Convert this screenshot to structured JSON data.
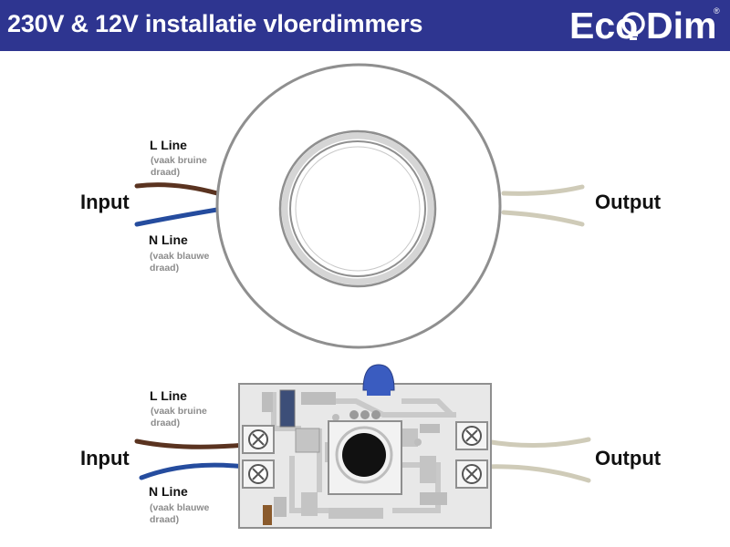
{
  "header": {
    "title": "230V & 12V installatie vloerdimmers",
    "background": "#2e3590"
  },
  "logo": {
    "eco": "Eco",
    "dim": "Dim",
    "reg": "®"
  },
  "colors": {
    "wire_brown": "#5a3320",
    "wire_blue": "#254c9e",
    "wire_output": "#cfcbb8",
    "ring": "#8f8f8f",
    "pcb": "#e8e8e8",
    "pcb_trace": "#c9c9c9",
    "potentiometer": "#3a5cc0"
  },
  "top_diagram": {
    "input_label": "Input",
    "output_label": "Output",
    "l_line": {
      "label": "L Line",
      "note": "(vaak bruine\ndraad)"
    },
    "n_line": {
      "label": "N Line",
      "note": "(vaak blauwe\ndraad)"
    }
  },
  "bottom_diagram": {
    "input_label": "Input",
    "output_label": "Output",
    "l_line": {
      "label": "L Line",
      "note": "(vaak bruine\ndraad)"
    },
    "n_line": {
      "label": "N Line",
      "note": "(vaak blauwe\ndraad)"
    }
  },
  "icons": [
    "lightbulb-icon",
    "screw-terminal-icon",
    "knob-icon"
  ]
}
